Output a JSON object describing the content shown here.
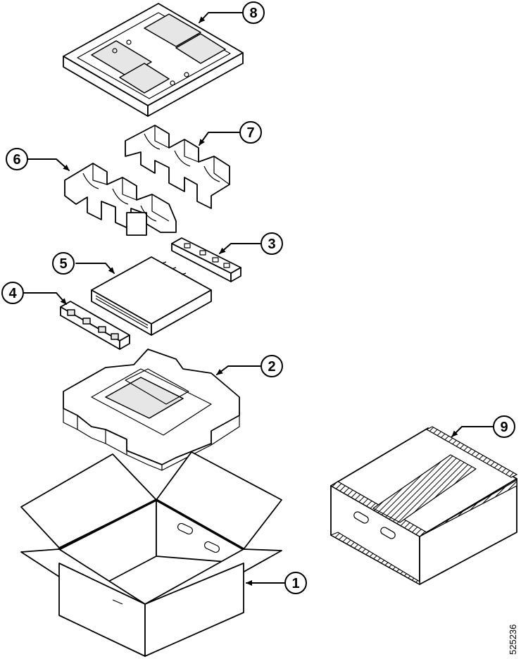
{
  "callouts": [
    {
      "id": "callout-1",
      "label": "1",
      "part": "shipping-box"
    },
    {
      "id": "callout-2",
      "label": "2",
      "part": "bottom-foam-tray"
    },
    {
      "id": "callout-3",
      "label": "3",
      "part": "rack-mount-bracket-kit"
    },
    {
      "id": "callout-4",
      "label": "4",
      "part": "rack-mount-bracket-kit"
    },
    {
      "id": "callout-5",
      "label": "5",
      "part": "chassis"
    },
    {
      "id": "callout-6",
      "label": "6",
      "part": "foam-end-cap"
    },
    {
      "id": "callout-7",
      "label": "7",
      "part": "foam-end-cap"
    },
    {
      "id": "callout-8",
      "label": "8",
      "part": "top-foam-tray"
    },
    {
      "id": "callout-9",
      "label": "9",
      "part": "sealed-box"
    }
  ],
  "figure_id": "525236"
}
